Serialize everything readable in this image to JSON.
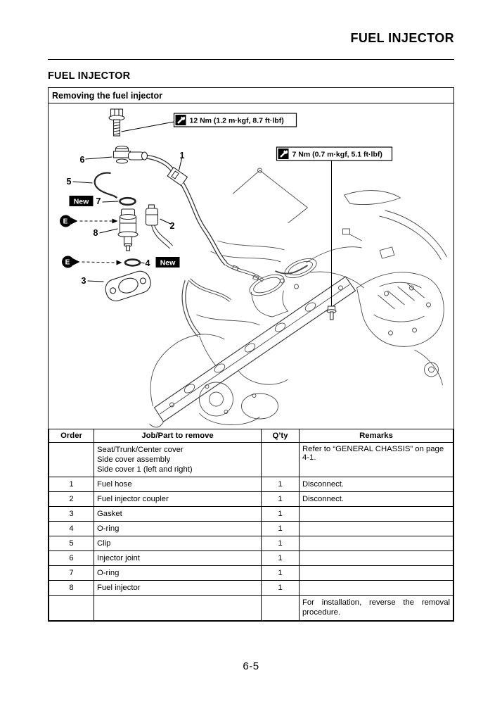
{
  "page": {
    "header_title": "FUEL INJECTOR",
    "section_title": "FUEL INJECTOR",
    "page_number": "6-5"
  },
  "figure": {
    "title": "Removing the fuel injector",
    "torque_specs": [
      "12 Nm (1.2 m·kgf, 8.7 ft·lbf)",
      "7 Nm (0.7 m·kgf, 5.1 ft·lbf)"
    ],
    "new_badge_label": "New",
    "grease_symbol": "E",
    "callouts": [
      "1",
      "2",
      "3",
      "4",
      "5",
      "6",
      "7",
      "8"
    ]
  },
  "table": {
    "headers": [
      "Order",
      "Job/Part to remove",
      "Q’ty",
      "Remarks"
    ],
    "rows": [
      {
        "order": "",
        "job": "Seat/Trunk/Center cover\nSide cover assembly\nSide cover 1 (left and right)",
        "qty": "",
        "remarks": "Refer to “GENERAL CHASSIS” on page 4-1."
      },
      {
        "order": "1",
        "job": "Fuel hose",
        "qty": "1",
        "remarks": "Disconnect."
      },
      {
        "order": "2",
        "job": "Fuel injector coupler",
        "qty": "1",
        "remarks": "Disconnect."
      },
      {
        "order": "3",
        "job": "Gasket",
        "qty": "1",
        "remarks": ""
      },
      {
        "order": "4",
        "job": "O-ring",
        "qty": "1",
        "remarks": ""
      },
      {
        "order": "5",
        "job": "Clip",
        "qty": "1",
        "remarks": ""
      },
      {
        "order": "6",
        "job": "Injector joint",
        "qty": "1",
        "remarks": ""
      },
      {
        "order": "7",
        "job": "O-ring",
        "qty": "1",
        "remarks": ""
      },
      {
        "order": "8",
        "job": "Fuel injector",
        "qty": "1",
        "remarks": ""
      },
      {
        "order": "",
        "job": "",
        "qty": "",
        "remarks": "For installation, reverse the removal procedure."
      }
    ]
  }
}
